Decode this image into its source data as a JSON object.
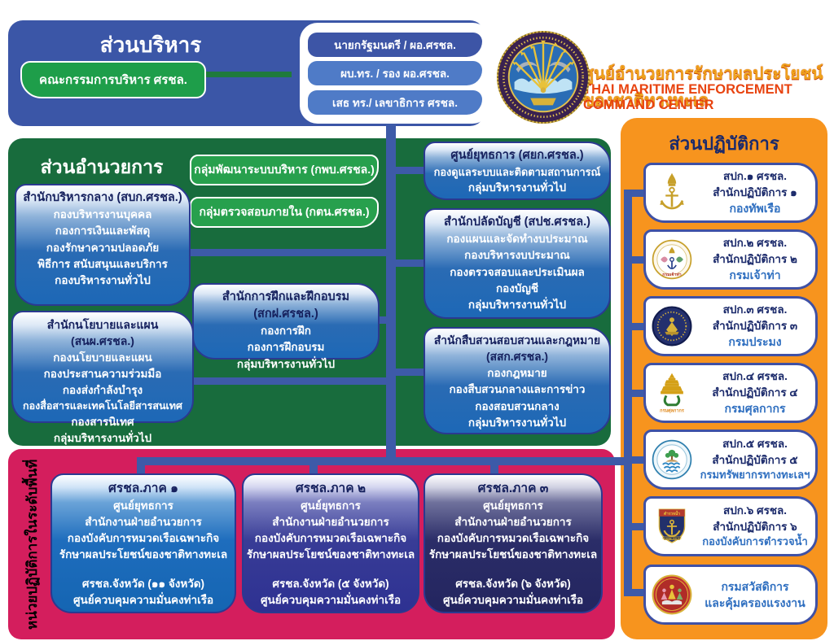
{
  "colors": {
    "admin_blue": "#3b56a7",
    "directorate_green": "#186c3d",
    "operations_orange": "#f7941e",
    "regional_pink": "#d41e5d",
    "connector_blue": "#3d5aa8",
    "box_blue": "#1d68b6",
    "title_gold": "#efa31d",
    "title_red": "#e8430f"
  },
  "admin": {
    "title": "ส่วนบริหาร",
    "committee": "คณะกรรมการบริหาร ศรชล.",
    "leaders": [
      "นายกรัฐมนตรี /  ผอ.ศรชล.",
      "ผบ.ทร. / รอง ผอ.ศรชล.",
      "เสธ ทร./ เลขาธิการ ศรชล."
    ]
  },
  "header": {
    "logo": "thai-maritime-enforcement-command-center-emblem",
    "title_th": "ศูนย์อำนวยการรักษาผลประโยชน์ของชาติทางทะเล",
    "title_en": "THAI MARITIME ENFORCEMENT COMMAND CENTER"
  },
  "directorate": {
    "title": "ส่วนอำนวยการ",
    "groups": [
      "กลุ่มพัฒนาระบบบริหาร (กพบ.ศรชล.)",
      "กลุ่มตรวจสอบภายใน (กตน.ศรชล.)"
    ],
    "central_admin": {
      "title": "สำนักบริหารกลาง (สบก.ศรชล.)",
      "lines": [
        "กองบริหารงานบุคคล",
        "กองการเงินและพัสดุ",
        "กองรักษาความปลอดภัย",
        "พิธีการ สนับสนุนและบริการ",
        "กองบริหารงานทั่วไป"
      ]
    },
    "policy_plan": {
      "title": "สำนักนโยบายและแผน (สนผ.ศรชล.)",
      "lines": [
        "กองนโยบายและแผน",
        "กองประสานความร่วมมือ",
        "กองส่งกำลังบำรุง",
        "กองสื่อสารและเทคโนโลยีสารสนเทศ",
        "กองสารนิเทศ",
        "กลุ่มบริหารงานทั่วไป"
      ]
    },
    "training": {
      "title": "สำนักการฝึกและฝึกอบรม (สกฝ.ศรชล.)",
      "lines": [
        "กองการฝึก",
        "กองการฝึกอบรม",
        "กลุ่มบริหารงานทั่วไป"
      ]
    },
    "operations_center": {
      "title": "ศูนย์ยุทธการ (ศยก.ศรชล.)",
      "lines": [
        "กองดูแลระบบและติดตามสถานการณ์",
        "กลุ่มบริหารงานทั่วไป"
      ]
    },
    "comptroller": {
      "title": "สำนักปลัดบัญชี (สปช.ศรชล.)",
      "lines": [
        "กองแผนและจัดทำงบประมาณ",
        "กองบริหารงบประมาณ",
        "กองตรวจสอบและประเมินผล",
        "กองบัญชี",
        "กลุ่มบริหารงานทั่วไป"
      ]
    },
    "legal": {
      "title": "สำนักสืบสวนสอบสวนและกฎหมาย (สสก.ศรชล.)",
      "lines": [
        "กองกฎหมาย",
        "กองสืบสวนกลางและการข่าว",
        "กองสอบสวนกลาง",
        "กลุ่มบริหารงานทั่วไป"
      ]
    }
  },
  "operations": {
    "title": "ส่วนปฏิบัติการ",
    "units": [
      {
        "line1": "สปก.๑ ศรชล.",
        "line2": "สำนักปฏิบัติการ ๑",
        "agency": "กองทัพเรือ",
        "logo": "royal-thai-navy-emblem"
      },
      {
        "line1": "สปก.๒ ศรชล.",
        "line2": "สำนักปฏิบัติการ ๒",
        "agency": "กรมเจ้าท่า",
        "logo": "marine-department-emblem"
      },
      {
        "line1": "สปก.๓ ศรชล.",
        "line2": "สำนักปฏิบัติการ ๓",
        "agency": "กรมประมง",
        "logo": "fisheries-department-emblem"
      },
      {
        "line1": "สปก.๔ ศรชล.",
        "line2": "สำนักปฏิบัติการ ๔",
        "agency": "กรมศุลกากร",
        "logo": "customs-department-emblem"
      },
      {
        "line1": "สปก.๕ ศรชล.",
        "line2": "สำนักปฏิบัติการ ๕",
        "agency": "กรมทรัพยากรทางทะเลฯ",
        "logo": "marine-coastal-resources-emblem"
      },
      {
        "line1": "สปก.๖ ศรชล.",
        "line2": "สำนักปฏิบัติการ ๖",
        "agency": "กองบังคับการตำรวจน้ำ",
        "logo": "marine-police-emblem"
      },
      {
        "line1": "กรมสวัสดิการ",
        "line2": "และคุ้มครองแรงงาน",
        "logo": "labour-protection-welfare-emblem"
      }
    ]
  },
  "regional": {
    "side_label": "หน่วยปฏิบัติการในระดับพื้นที่",
    "areas": [
      {
        "title": "ศรชล.ภาค ๑",
        "lines": [
          "ศูนย์ยุทธการ",
          "สำนักงานฝ่ายอำนวยการ",
          "กองบังคับการหมวดเรือเฉพาะกิจ",
          "รักษาผลประโยชน์ของชาติทางทะเล",
          "",
          "ศรชล.จังหวัด (๑๑ จังหวัด)",
          "ศูนย์ควบคุมความมั่นคงท่าเรือ"
        ]
      },
      {
        "title": "ศรชล.ภาค ๒",
        "lines": [
          "ศูนย์ยุทธการ",
          "สำนักงานฝ่ายอำนวยการ",
          "กองบังคับการหมวดเรือเฉพาะกิจ",
          "รักษาผลประโยชน์ของชาติทางทะเล",
          "",
          "ศรชล.จังหวัด (๕ จังหวัด)",
          "ศูนย์ควบคุมความมั่นคงท่าเรือ"
        ]
      },
      {
        "title": "ศรชล.ภาค ๓",
        "lines": [
          "ศูนย์ยุทธการ",
          "สำนักงานฝ่ายอำนวยการ",
          "กองบังคับการหมวดเรือเฉพาะกิจ",
          "รักษาผลประโยชน์ของชาติทางทะเล",
          "",
          "ศรชล.จังหวัด (๖ จังหวัด)",
          "ศูนย์ควบคุมความมั่นคงท่าเรือ"
        ]
      }
    ]
  }
}
